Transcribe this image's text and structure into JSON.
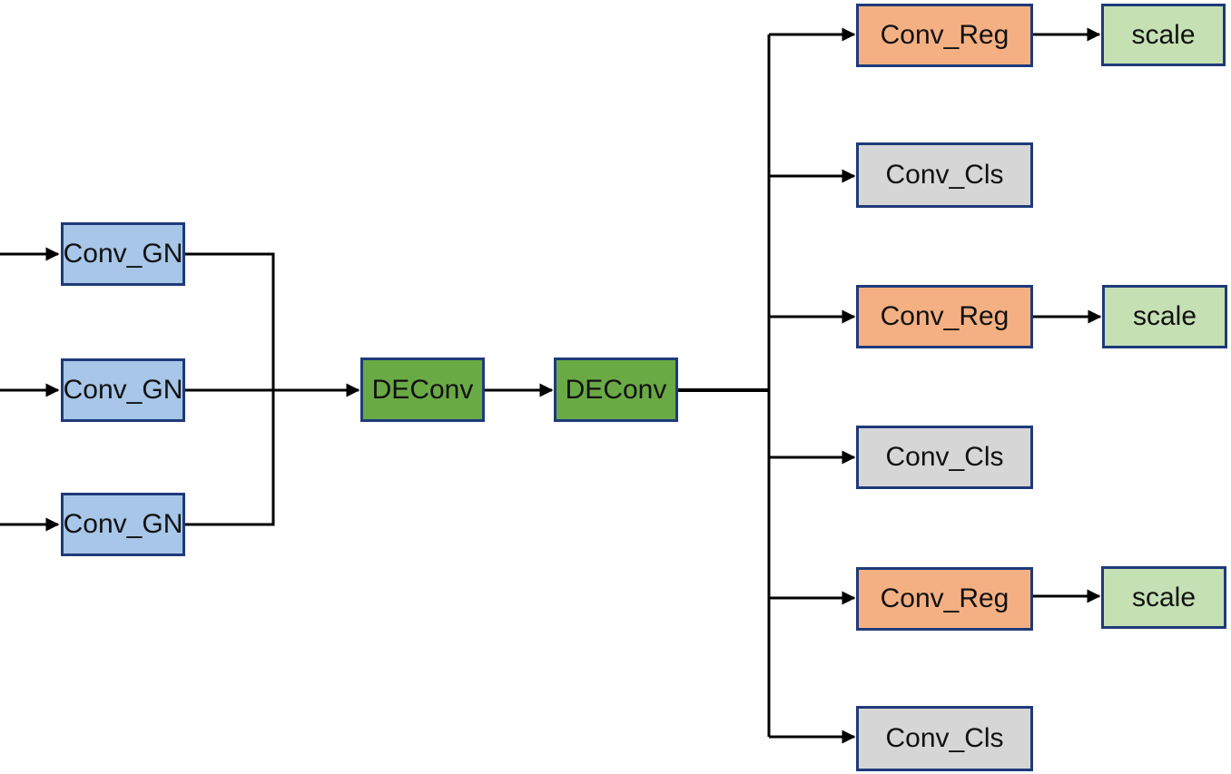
{
  "colors": {
    "conv_gn": "#a7c6e8",
    "deconv": "#6aaa45",
    "conv_reg": "#f4b083",
    "conv_cls": "#d6d6d6",
    "scale": "#c5e0b3",
    "border": "#1f3a7a",
    "line": "#000000"
  },
  "nodes": {
    "conv_gn": [
      "Conv_GN",
      "Conv_GN",
      "Conv_GN"
    ],
    "deconv": [
      "DEConv",
      "DEConv"
    ],
    "heads": [
      {
        "label": "Conv_Reg",
        "type": "conv_reg",
        "scale": "scale"
      },
      {
        "label": "Conv_Cls",
        "type": "conv_cls"
      },
      {
        "label": "Conv_Reg",
        "type": "conv_reg",
        "scale": "scale"
      },
      {
        "label": "Conv_Cls",
        "type": "conv_cls"
      },
      {
        "label": "Conv_Reg",
        "type": "conv_reg",
        "scale": "scale"
      },
      {
        "label": "Conv_Cls",
        "type": "conv_cls"
      }
    ]
  }
}
